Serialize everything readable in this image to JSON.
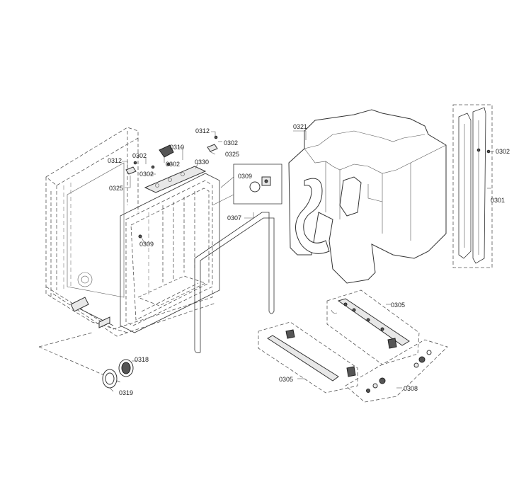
{
  "callouts": {
    "c0312a": "0312",
    "c0302a": "0302",
    "c0325a": "0325",
    "c0310": "0310",
    "c0312b": "0312",
    "c0302b": "0302",
    "c0302c": "0302",
    "c0302d": "0302",
    "c0330": "0330",
    "c0325b": "0325",
    "c0309a": "0309",
    "c0309b": "0309",
    "c0307": "0307",
    "c0321": "0321",
    "c0302e": "0302",
    "c0301": "0301",
    "c0305a": "0305",
    "c0305b": "0305",
    "c0308": "0308",
    "c0318": "0318",
    "c0319": "0319"
  }
}
